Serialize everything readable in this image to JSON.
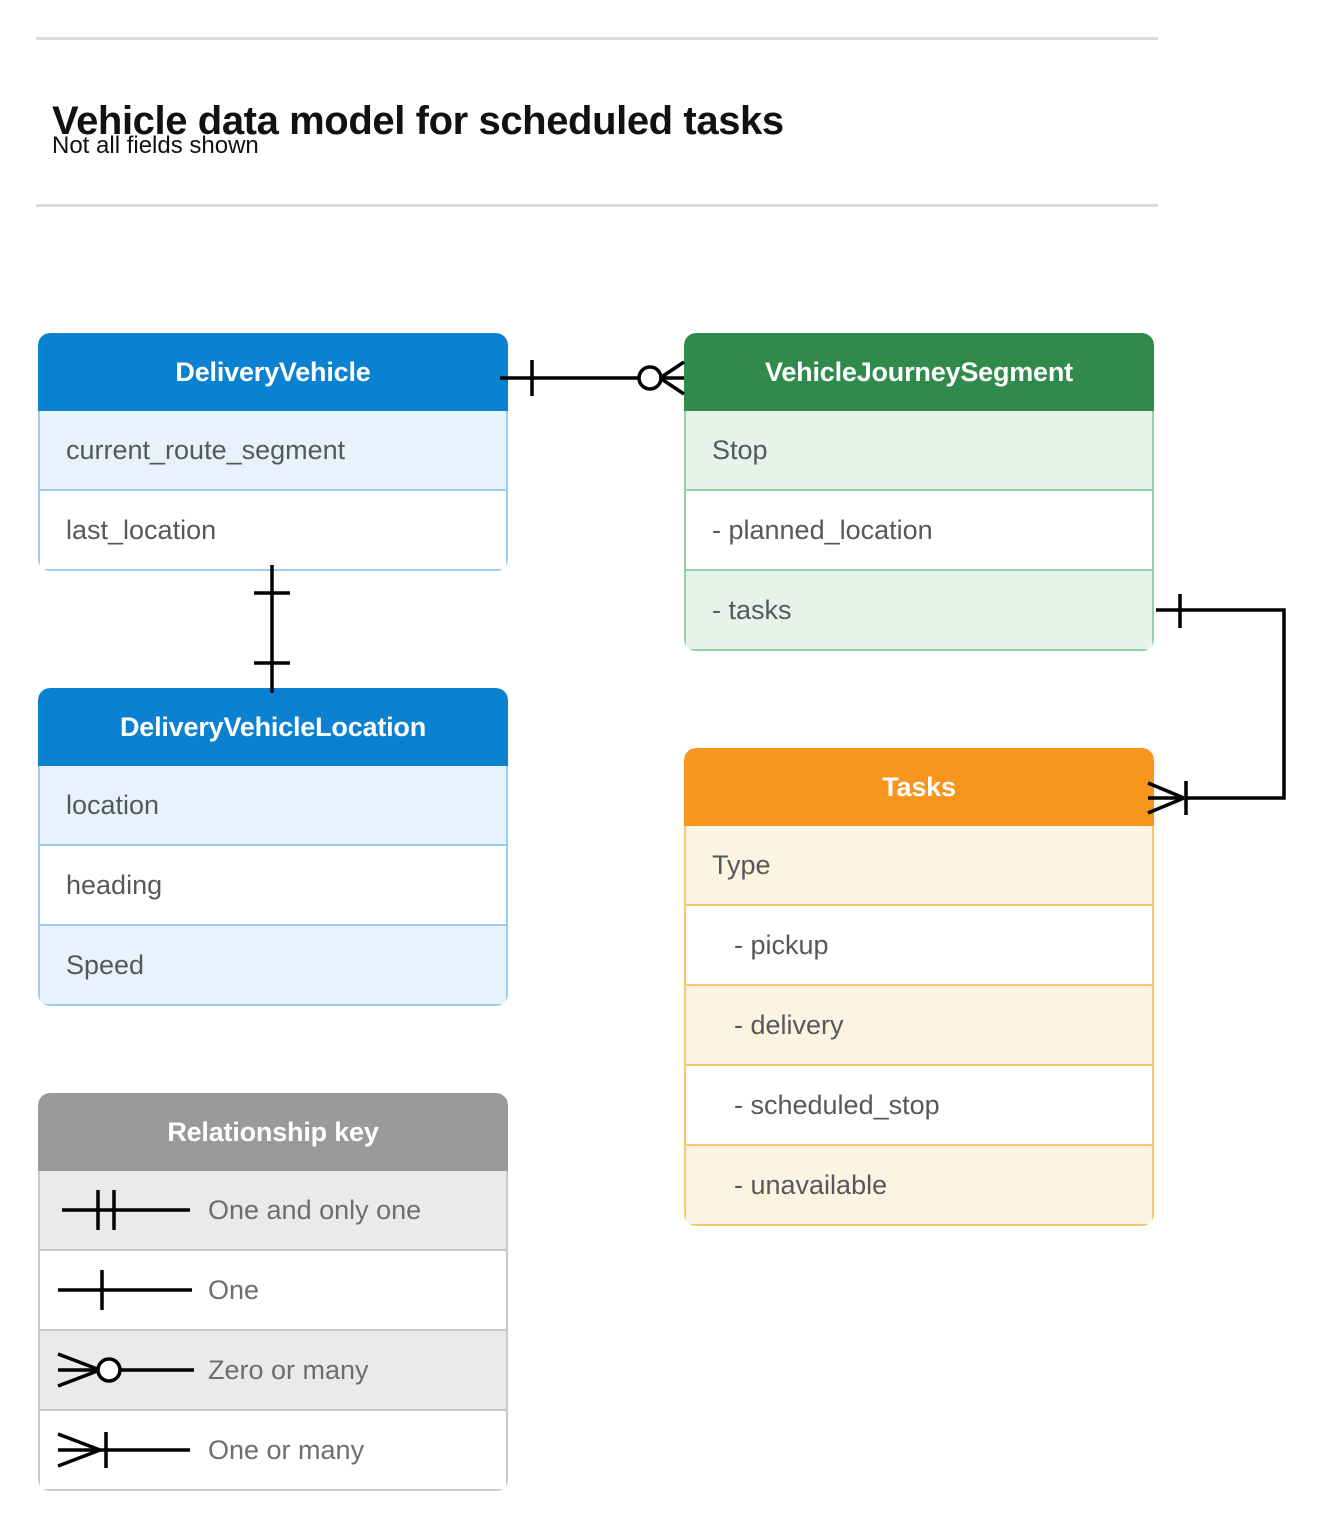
{
  "header": {
    "title": "Vehicle data model for scheduled tasks",
    "subtitle": "Not all fields shown"
  },
  "colors": {
    "blue_header": "#0b82d1",
    "blue_row_alt": "#e8f2fd",
    "blue_border": "#9ccef4",
    "green_header": "#2f8a4c",
    "green_row_alt": "#e6f3ea",
    "green_border": "#96cfa8",
    "orange_header": "#f7951d",
    "orange_row_alt": "#fdf3e1",
    "orange_border": "#fac66e",
    "grey_header": "#9a9a9a",
    "grey_row_alt": "#eaeaea",
    "grey_border": "#c9c9c9",
    "connector": "#000000",
    "rule": "#dadce0",
    "row_text": "#55595c"
  },
  "entities": {
    "delivery_vehicle": {
      "name": "DeliveryVehicle",
      "rows": [
        {
          "label": "current_route_segment",
          "sub": false
        },
        {
          "label": "last_location",
          "sub": false
        }
      ]
    },
    "delivery_vehicle_location": {
      "name": "DeliveryVehicleLocation",
      "rows": [
        {
          "label": "location",
          "sub": false
        },
        {
          "label": "heading",
          "sub": false
        },
        {
          "label": "Speed",
          "sub": false
        }
      ]
    },
    "vehicle_journey_segment": {
      "name": "VehicleJourneySegment",
      "rows": [
        {
          "label": "Stop",
          "sub": false
        },
        {
          "label": "-  planned_location",
          "sub": true
        },
        {
          "label": "- tasks",
          "sub": true
        }
      ]
    },
    "tasks": {
      "name": "Tasks",
      "rows": [
        {
          "label": "Type",
          "sub": false
        },
        {
          "label": "-  pickup",
          "sub": true
        },
        {
          "label": "-  delivery",
          "sub": true
        },
        {
          "label": "-  scheduled_stop",
          "sub": true
        },
        {
          "label": "-  unavailable",
          "sub": true
        }
      ]
    }
  },
  "legend": {
    "title": "Relationship key",
    "items": [
      {
        "symbol": "one-and-only-one",
        "label": "One and only one"
      },
      {
        "symbol": "one",
        "label": "One"
      },
      {
        "symbol": "zero-or-many",
        "label": "Zero or many"
      },
      {
        "symbol": "one-or-many",
        "label": "One or many"
      }
    ]
  },
  "relationships": [
    {
      "id": "delivery-vehicle-to-journey-segment",
      "from": "DeliveryVehicle",
      "to": "VehicleJourneySegment",
      "from_cardinality": "One",
      "to_cardinality": "Zero or many"
    },
    {
      "id": "delivery-vehicle-to-location",
      "from": "DeliveryVehicle",
      "to": "DeliveryVehicleLocation",
      "from_cardinality": "One",
      "to_cardinality": "One"
    },
    {
      "id": "journey-segment-tasks-to-tasks",
      "from": "VehicleJourneySegment.tasks",
      "to": "Tasks",
      "from_cardinality": "One",
      "to_cardinality": "One or many"
    }
  ]
}
